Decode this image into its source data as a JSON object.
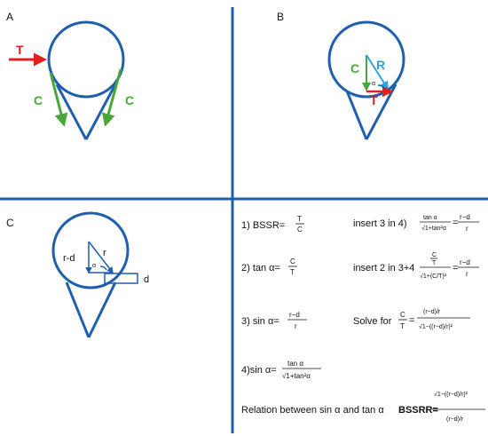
{
  "panels": {
    "a": {
      "label": "A",
      "t_arrow": "T",
      "c_left": "C",
      "c_right": "C"
    },
    "b": {
      "label": "B",
      "c": "C",
      "r": "R",
      "t": "T",
      "alpha": "α"
    },
    "c": {
      "label": "C",
      "r_minus_d": "r-d",
      "r": "r",
      "alpha": "α",
      "d": "d"
    }
  },
  "equations": {
    "eq1_prefix": "1)  BSSR=",
    "eq1_num": "T",
    "eq1_den": "C",
    "eq2_prefix": "2) tan α=",
    "eq2_num": "C",
    "eq2_den": "T",
    "eq3_prefix": "3) sin α=",
    "eq3_num": "r−d",
    "eq3_den": "r",
    "eq4_prefix": "4)sin α=",
    "eq4_num": "tan α",
    "eq4_den": "√1+tan²α",
    "insert34_prefix": "insert 3 in 4)",
    "insert34_num": "tan α",
    "insert34_den": "√1+tan²α",
    "insert34_rhs_num": "r−d",
    "insert34_rhs_den": "r",
    "insert2_prefix": "insert 2  in 3+4",
    "insert2_num_top": "C",
    "insert2_num_bot": "T",
    "insert2_den": "√1+(C/T)²",
    "insert2_rhs_num": "r−d",
    "insert2_rhs_den": "r",
    "solve_prefix": "Solve for",
    "solve_lhs_num": "C",
    "solve_lhs_den": "T",
    "solve_rhs_num": "(r−d)/r",
    "solve_rhs_den": "√1−((r−d)/r)²",
    "relation_text": "Relation between sin α and tan α",
    "bssrr_label": "BSSRR=",
    "bssrr_num": "√1−((r−d)/r)²",
    "bssrr_den": "(r−d)/r"
  },
  "colors": {
    "outline": "#1f5fad",
    "divider": "#1f5fad",
    "tension": "#e02020",
    "compression": "#4aa83a",
    "resultant": "#2aa3dc",
    "label_c_panel_b": "#4aa83a"
  }
}
